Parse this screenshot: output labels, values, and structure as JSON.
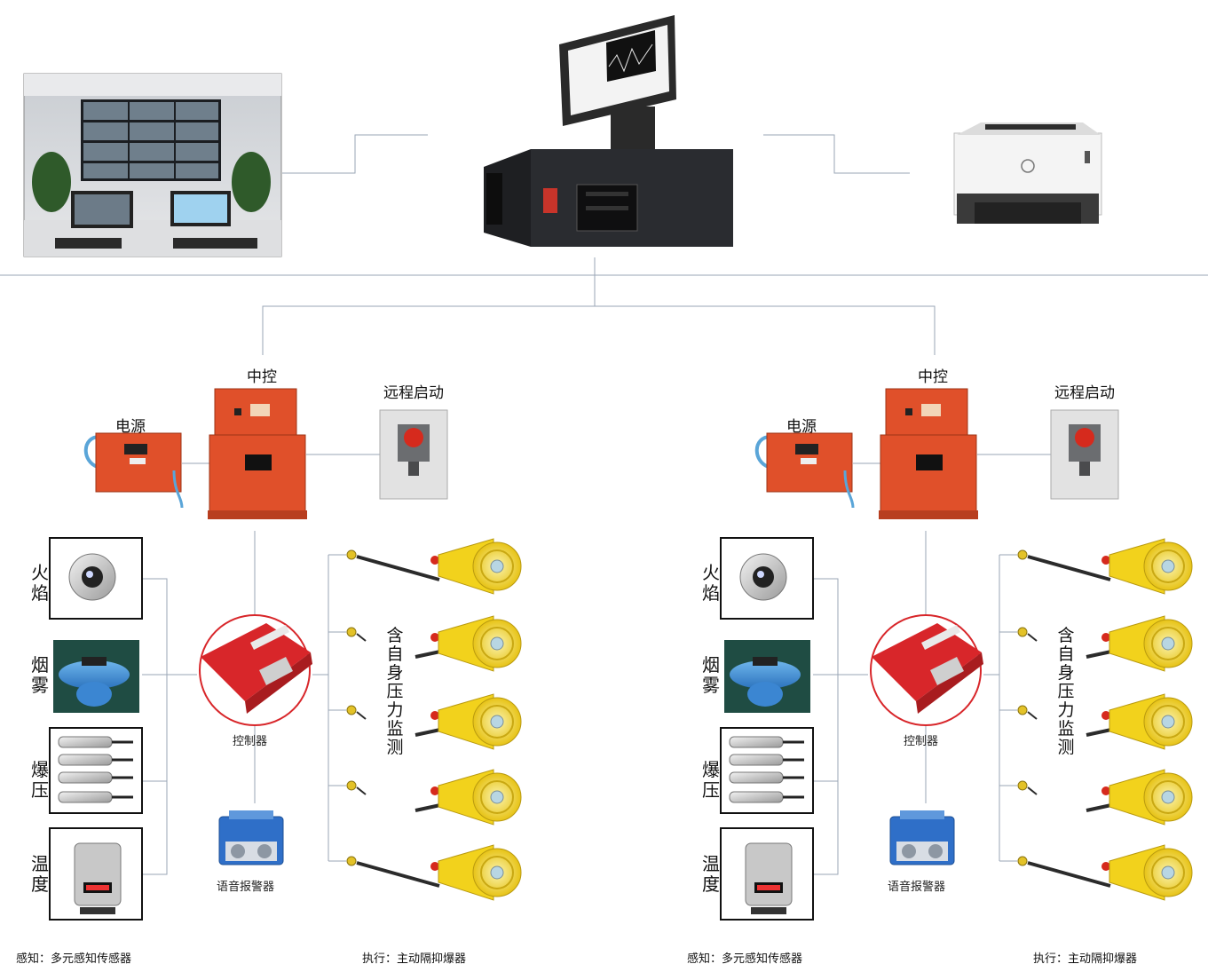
{
  "top": {
    "video_wall": "video-wall",
    "server": "server-with-monitor",
    "printer": "printer"
  },
  "subsystems": [
    {
      "central_control": "中控",
      "power_supply": "电源",
      "remote_start": "远程启动",
      "controller": "控制器",
      "voice_alarm": "语音报警器",
      "sensors": [
        "火焰",
        "烟雾",
        "爆压",
        "温度"
      ],
      "pressure_monitor": "含自身压力监测",
      "caption_sensing": "感知：多元感知传感器",
      "caption_execution": "执行：主动隔抑爆器"
    },
    {
      "central_control": "中控",
      "power_supply": "电源",
      "remote_start": "远程启动",
      "controller": "控制器",
      "voice_alarm": "语音报警器",
      "sensors": [
        "火焰",
        "烟雾",
        "爆压",
        "温度"
      ],
      "pressure_monitor": "含自身压力监测",
      "caption_sensing": "感知：多元感知传感器",
      "caption_execution": "执行：主动隔抑爆器"
    }
  ],
  "colors": {
    "line": "#9aa6b6",
    "cabinet": "#e0502a",
    "controller": "#d8262a",
    "alarm": "#2f6fc8",
    "suppressor": "#f2d21c",
    "remote_button": "#d62a1d"
  }
}
